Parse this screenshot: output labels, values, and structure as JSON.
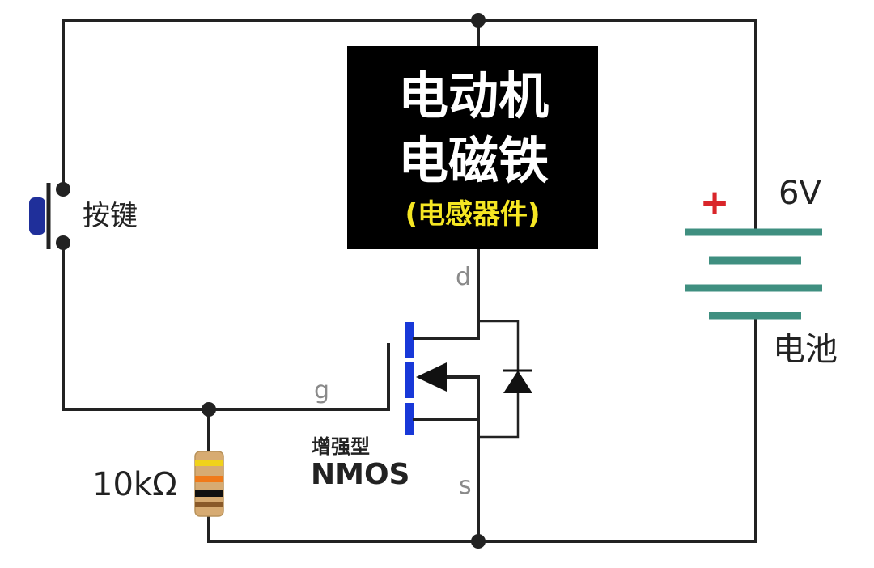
{
  "load": {
    "line1": "电动机",
    "line2": "电磁铁",
    "line3": "(电感器件)"
  },
  "button": {
    "label": "按键"
  },
  "battery": {
    "voltage": "6V",
    "plus": "+",
    "label": "电池"
  },
  "mosfet": {
    "type_cn": "增强型",
    "type_en": "NMOS",
    "pin_d": "d",
    "pin_g": "g",
    "pin_s": "s"
  },
  "resistor": {
    "value": "10kΩ"
  },
  "colors": {
    "wire": "#222222",
    "load_box": "#000000",
    "load_text": "#ffffff",
    "load_subtext": "#f5e623",
    "battery_plates": "#3f8f80",
    "battery_plus": "#d9252a",
    "mosfet_channel": "#1838d8",
    "button_cap": "#1f2f9a",
    "pin_labels": "#8a8a8a"
  }
}
